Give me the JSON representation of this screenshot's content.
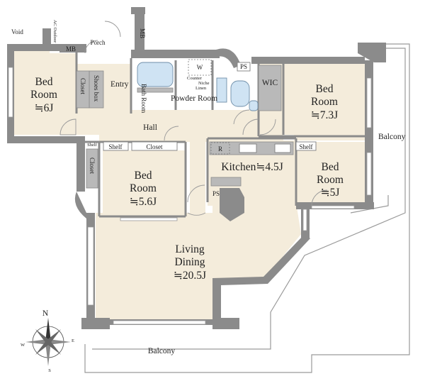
{
  "rooms": {
    "bed1": {
      "line1": "Bed",
      "line2": "Room",
      "size": "≒6J"
    },
    "bed2": {
      "line1": "Bed",
      "line2": "Room",
      "size": "≒7.3J"
    },
    "bed3": {
      "line1": "Bed",
      "line2": "Room",
      "size": "≒5.6J"
    },
    "bed4": {
      "line1": "Bed",
      "line2": "Room",
      "size": "≒5J"
    },
    "living": {
      "line1": "Living",
      "line2": "Dining",
      "size": "≒20.5J"
    },
    "kitchen": "Kitchen≒4.5J"
  },
  "labels": {
    "void": "Void",
    "ac_outdoor": "AC Outdoor",
    "mb1": "MB",
    "mb2": "MB",
    "porch": "Porch",
    "entry": "Entry",
    "shoes_box": "Shoes box",
    "closet_bed1": "Closet",
    "bath_room": "Bath Room",
    "w": "W",
    "counter": "Counter",
    "niche": "Niche",
    "linen": "Linen",
    "powder_room": "Powder Room",
    "ps1": "PS",
    "ps2": "PS",
    "wic": "WIC",
    "hall": "Hall",
    "shelf1": "Shelf",
    "shelf2": "Shelf",
    "shelf3": "Shelf",
    "closet_hall": "Closet",
    "closet_side": "Closet",
    "r": "R",
    "balcony_east": "Balcony",
    "balcony_south": "Balcony"
  },
  "compass": {
    "n": "N",
    "s": "S",
    "e": "E",
    "w": "W"
  }
}
